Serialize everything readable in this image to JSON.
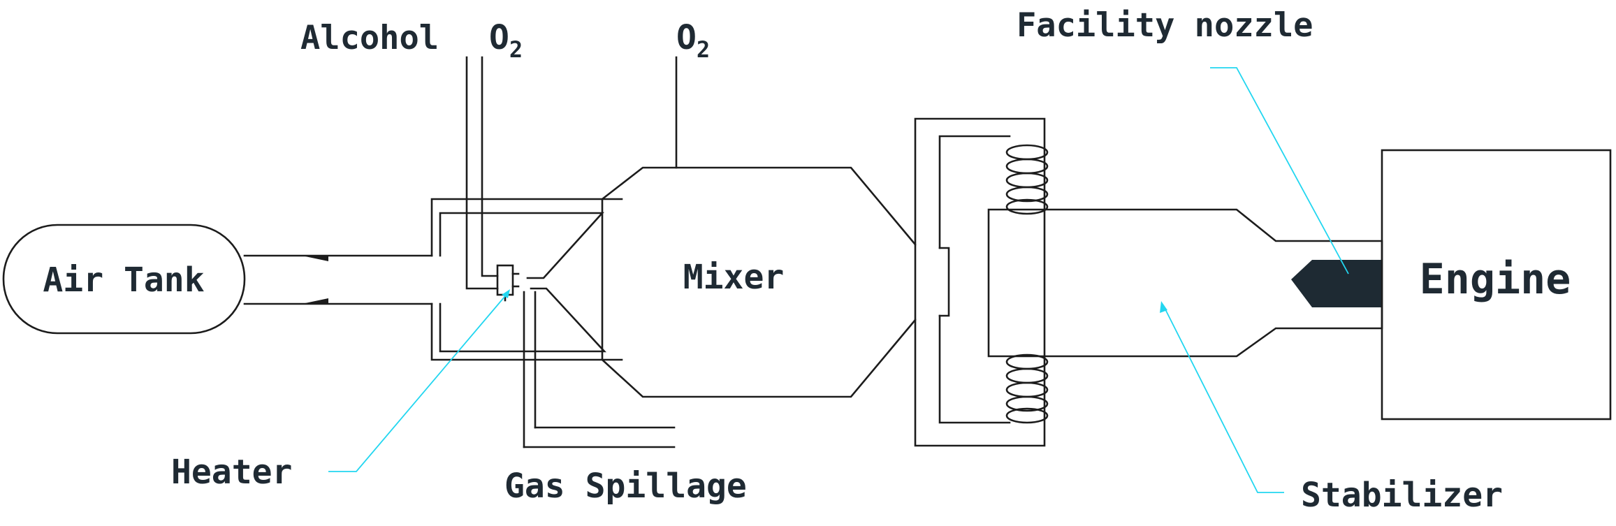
{
  "colors": {
    "line": "#1c1c1c",
    "text": "#1f2a33",
    "leader": "#22d6f0",
    "nozzle_fill": "#1e2a33",
    "background": "#ffffff"
  },
  "labels": {
    "air_tank": "Air Tank",
    "alcohol": "Alcohol",
    "o2_inlet_1": {
      "base": "O",
      "sub": "2"
    },
    "o2_inlet_2": {
      "base": "O",
      "sub": "2"
    },
    "mixer": "Mixer",
    "facility_nozzle": "Facility nozzle",
    "engine": "Engine",
    "heater": "Heater",
    "gas_spillage": "Gas Spillage",
    "stabilizer": "Stabilizer"
  }
}
